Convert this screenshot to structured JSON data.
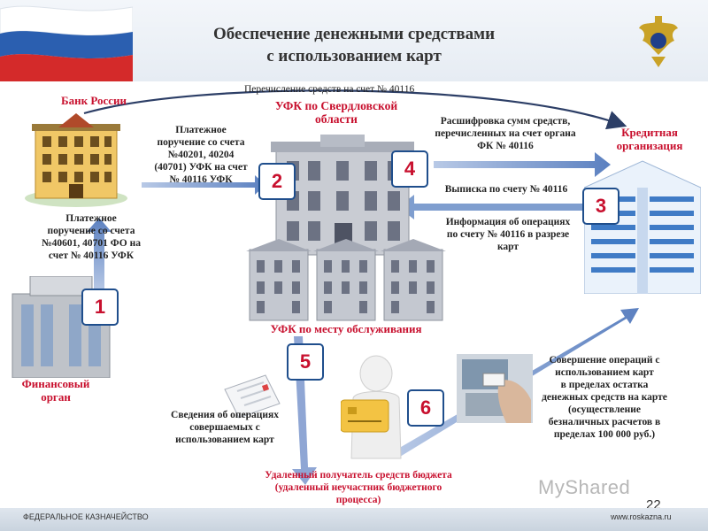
{
  "header": {
    "title_line1": "Обеспечение денежными средствами",
    "title_line2": "с использованием карт"
  },
  "footer": {
    "left": "ФЕДЕРАЛЬНОЕ КАЗНАЧЕЙСТВО",
    "right": "www.roskazna.ru",
    "page_number": "22",
    "watermark": "MyShared"
  },
  "nodes": {
    "bank_russia": "Банк России",
    "ufk_region_line1": "УФК по Свердловской",
    "ufk_region_line2": "области",
    "credit_org_line1": "Кредитная",
    "credit_org_line2": "организация",
    "ufk_local": "УФК по месту обслуживания",
    "fin_body_line1": "Финансовый",
    "fin_body_line2": "орган",
    "remote_line1": "Удаленный получатель средств бюджета",
    "remote_line2": "(удаленный неучастник бюджетного",
    "remote_line3": "процесса)"
  },
  "flows": {
    "top_transfer": "Перечисление средств на счет № 40116",
    "pp_ufk_line1": "Платежное",
    "pp_ufk_line2": "поручение со счета",
    "pp_ufk_line3": "№40201, 40204",
    "pp_ufk_line4": "(40701) УФК на счет",
    "pp_ufk_line5": "№ 40116 УФК",
    "pp_fo_line1": "Платежное",
    "pp_fo_line2": "поручение со счета",
    "pp_fo_line3": "№40601, 40701 ФО на",
    "pp_fo_line4": "счет № 40116 УФК",
    "decode_line1": "Расшифровка сумм средств,",
    "decode_line2": "перечисленных на счет органа",
    "decode_line3": "ФК № 40116",
    "statement": "Выписка по счету № 40116",
    "ops_info_line1": "Информация об операциях",
    "ops_info_line2": "по счету № 40116 в разрезе",
    "ops_info_line3": "карт",
    "ops_report_line1": "Сведения об операциях",
    "ops_report_line2": "совершаемых с",
    "ops_report_line3": "использованием карт",
    "card_ops_line1": "Совершение операций с",
    "card_ops_line2": "использованием карт",
    "card_ops_line3": "в пределах остатка",
    "card_ops_line4": "денежных средств на карте",
    "card_ops_line5": "(осуществление",
    "card_ops_line6": "безналичных расчетов в",
    "card_ops_line7": "пределах 100 000 руб.)"
  },
  "steps": [
    "1",
    "2",
    "3",
    "4",
    "5",
    "6"
  ],
  "colors": {
    "accent_red": "#c8102e",
    "arrow_blue": "#7f9ecf",
    "box_border": "#1f4e8c"
  }
}
